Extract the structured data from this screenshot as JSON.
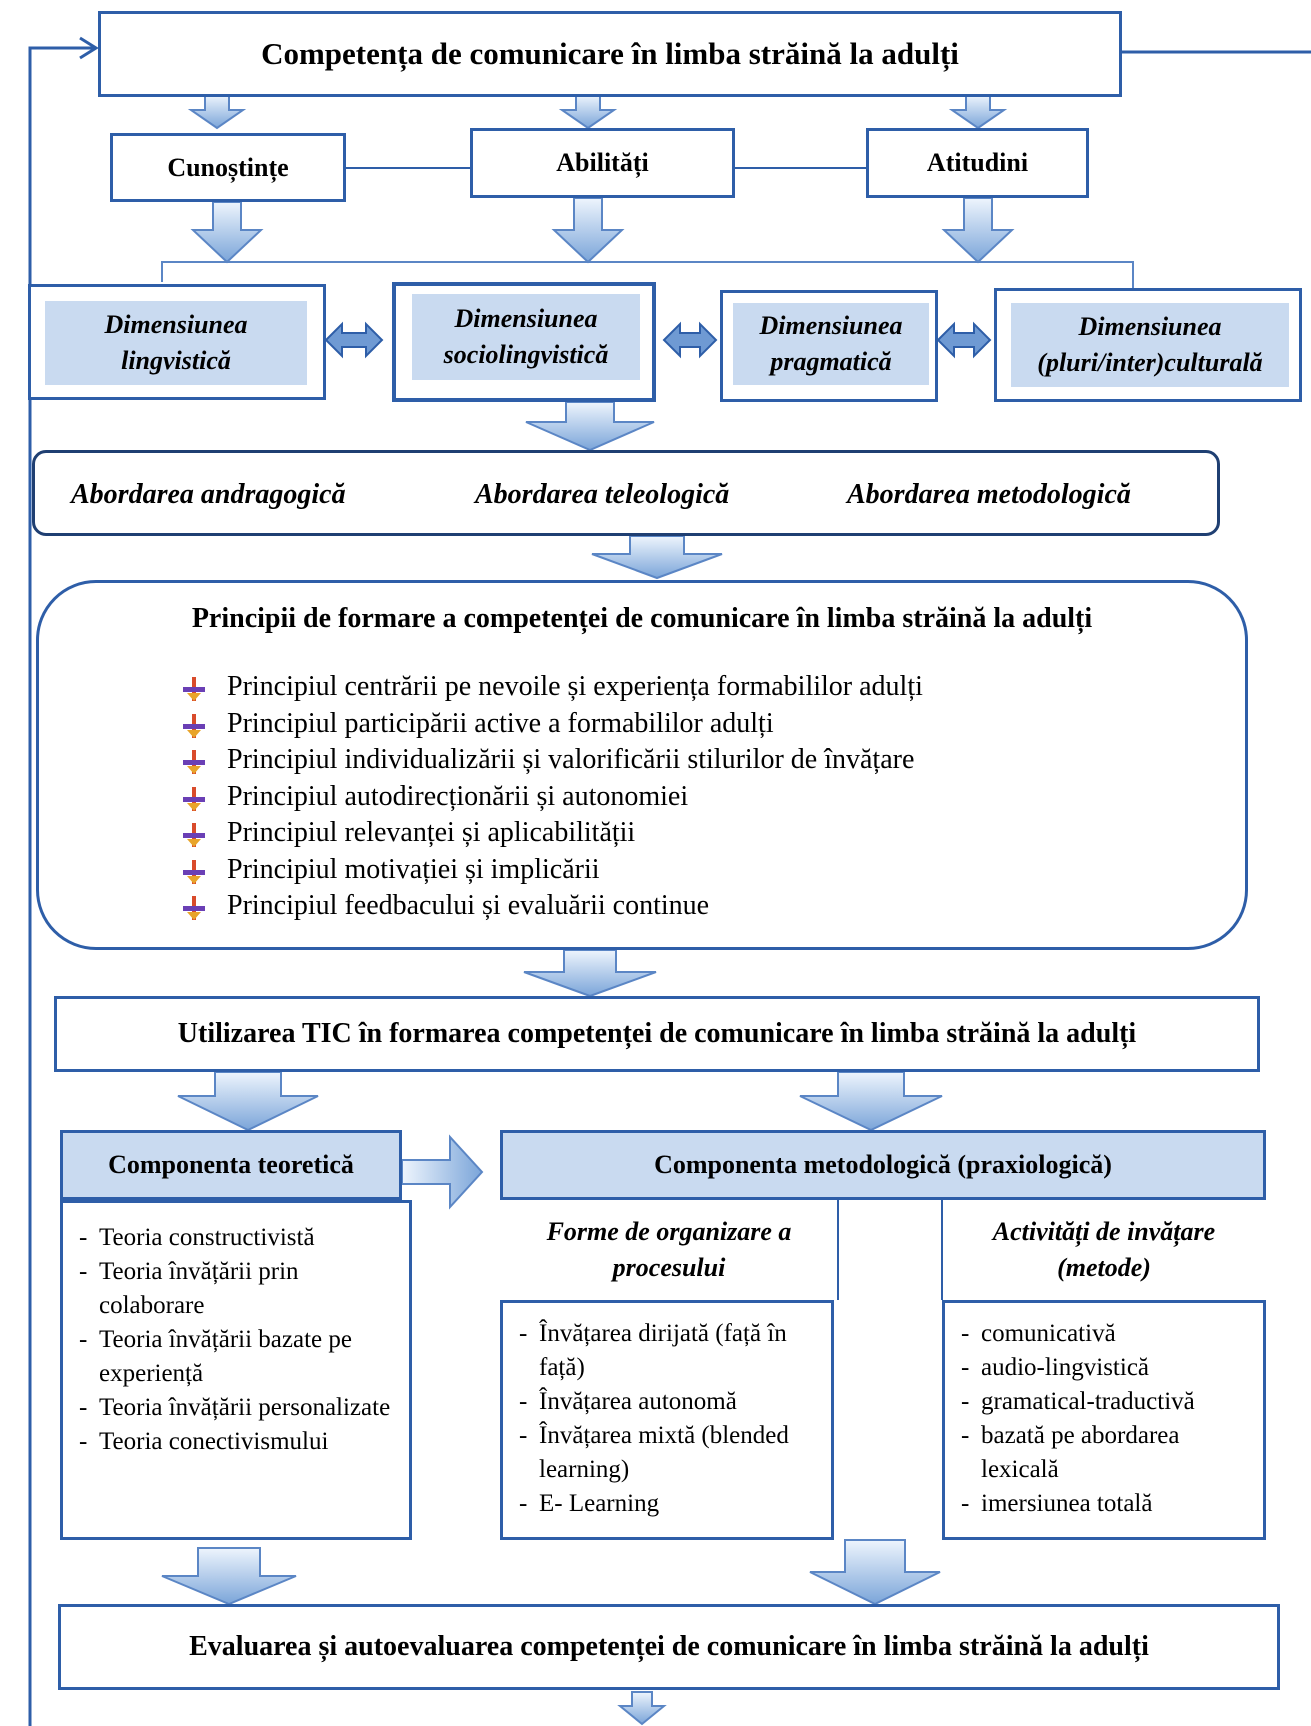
{
  "title": "Competența de comunicare în limba străină la adulți",
  "components": [
    {
      "label": "Cunoștințe"
    },
    {
      "label": "Abilități"
    },
    {
      "label": "Atitudini"
    }
  ],
  "dimensions": [
    {
      "line1": "Dimensiunea",
      "line2": "lingvistică"
    },
    {
      "line1": "Dimensiunea",
      "line2": "sociolingvistică"
    },
    {
      "line1": "Dimensiunea",
      "line2": "pragmatică"
    },
    {
      "line1": "Dimensiunea",
      "line2": "(pluri/inter)culturală"
    }
  ],
  "approaches": [
    "Abordarea andragogică",
    "Abordarea teleologică",
    "Abordarea metodologică"
  ],
  "principles": {
    "heading": "Principii de formare a competenței de comunicare în limba străină la adulți",
    "items": [
      "Principiul centrării pe nevoile și experiența formabililor adulți",
      "Principiul participării active a formabililor adulți",
      "Principiul individualizării și valorificării stilurilor de învățare",
      "Principiul autodirecționării și autonomiei",
      "Principiul relevanței și aplicabilității",
      "Principiul motivației și implicării",
      "Principiul feedbacului și evaluării continue"
    ]
  },
  "tic": "Utilizarea TIC în formarea competenței de comunicare în limba străină la adulți",
  "theoretical": {
    "heading": "Componenta teoretică",
    "items": [
      "Teoria constructivistă",
      "Teoria învățării prin colaborare",
      "Teoria învățării bazate pe experiență",
      "Teoria învățării personalizate",
      "Teoria conectivismului"
    ]
  },
  "methodological": {
    "heading": "Componenta metodologică (praxiologică)",
    "forms": {
      "heading_line1": "Forme de organizare a",
      "heading_line2": "procesului",
      "items": [
        "Învățarea dirijată (față în față)",
        "Învățarea autonomă",
        "Învățarea mixtă (blended learning)",
        "E- Learning"
      ]
    },
    "activities": {
      "heading_line1": "Activități de invățare",
      "heading_line2": "(metode)",
      "items": [
        "comunicativă",
        "audio-lingvistică",
        "gramatical-traductivă",
        "bazată pe abordarea lexicală",
        "imersiunea totală"
      ]
    }
  },
  "evaluation": "Evaluarea și autoevaluarea competenței de comunicare în limba străină la adulți",
  "colors": {
    "border": "#2e5ea8",
    "fill": "#c9daf0",
    "arrow_top": "#eaf2fc",
    "arrow_bottom": "#7aa3d8"
  }
}
